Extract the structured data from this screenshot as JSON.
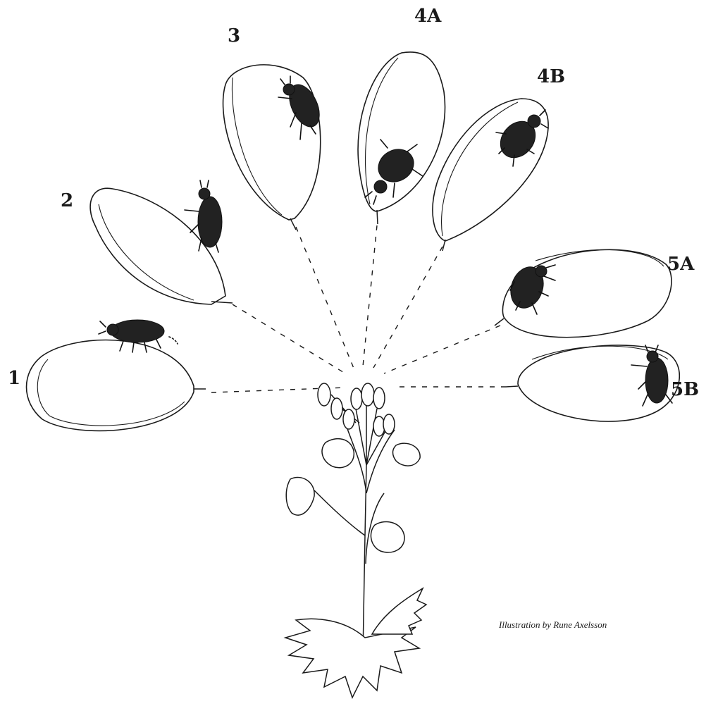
{
  "labels": {
    "stage_1": "1",
    "stage_2": "2",
    "stage_3": "3",
    "stage_4a": "4A",
    "stage_4b": "4B",
    "stage_5a": "5A",
    "stage_5b": "5B"
  },
  "credit": "Illustration by Rune Axelsson"
}
